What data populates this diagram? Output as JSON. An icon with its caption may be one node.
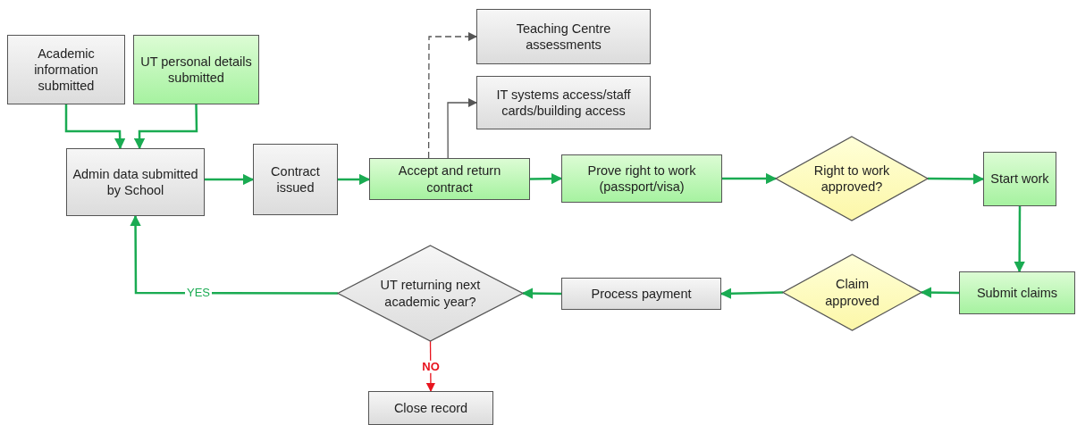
{
  "diagram": {
    "nodes": [
      {
        "text": [
          "Academic information submitted"
        ]
      },
      {
        "text": [
          "UT personal details submitted"
        ]
      },
      {
        "text": [
          "Admin data submitted by School"
        ]
      },
      {
        "text": [
          "Contract issued"
        ]
      },
      {
        "text": [
          "Teaching Centre assessments"
        ]
      },
      {
        "text": [
          "IT systems access/staff cards/building access"
        ]
      },
      {
        "text": [
          "Accept and return contract"
        ]
      },
      {
        "text": [
          "Prove right to work (passport/visa)"
        ]
      },
      {
        "text": [
          "Right to work approved?"
        ]
      },
      {
        "text": [
          "Start work"
        ]
      },
      {
        "text": [
          "Submit claims"
        ]
      },
      {
        "text": [
          "Claim approved"
        ]
      },
      {
        "text": [
          "Process payment"
        ]
      },
      {
        "text": [
          "UT returning next academic year?"
        ]
      },
      {
        "text": [
          "Close record"
        ]
      }
    ],
    "edges": [
      {
        "from": 0,
        "to": 2,
        "arrow": "to"
      },
      {
        "from": 1,
        "to": 2,
        "arrow": "to"
      },
      {
        "from": 2,
        "to": 3,
        "arrow": "to"
      },
      {
        "from": 3,
        "to": 6,
        "arrow": "to"
      },
      {
        "from": 6,
        "to": 4,
        "arrow": "to",
        "style": "dashed",
        "color": "#555555"
      },
      {
        "from": 6,
        "to": 5,
        "arrow": "to",
        "color": "#555555"
      },
      {
        "from": 6,
        "to": 7,
        "arrow": "to"
      },
      {
        "from": 7,
        "to": 8,
        "arrow": "to"
      },
      {
        "from": 8,
        "to": 9,
        "arrow": "to"
      },
      {
        "from": 9,
        "to": 10,
        "arrow": "to"
      },
      {
        "from": 10,
        "to": 11,
        "arrow": "to"
      },
      {
        "from": 11,
        "to": 12,
        "arrow": "to"
      },
      {
        "from": 12,
        "to": 13,
        "arrow": "to"
      },
      {
        "from": 13,
        "to": 2,
        "arrow": "to",
        "label": "YES"
      },
      {
        "from": 13,
        "to": 14,
        "arrow": "to",
        "label": "NO",
        "color": "#e8141e"
      }
    ]
  }
}
